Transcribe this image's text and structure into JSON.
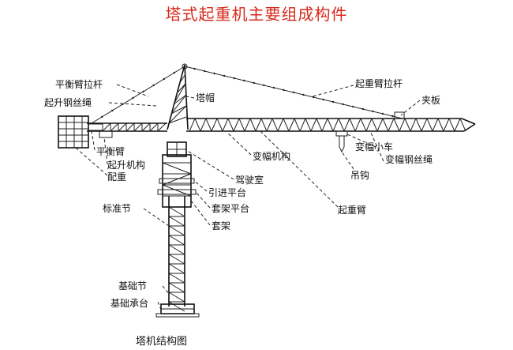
{
  "title": "塔式起重机主要组成构件",
  "caption": "塔机结构图",
  "labels": {
    "counter_jib_tie": "平衡臂拉杆",
    "hoist_rope": "起升钢丝绳",
    "tower_head": "塔帽",
    "jib_tie": "起重臂拉杆",
    "clamp_plate": "夹板",
    "counter_jib": "平衡臂",
    "hoist_mechanism": "起升机构",
    "counterweight": "配重",
    "luffing_mechanism": "变幅机构",
    "trolley": "变幅小车",
    "luffing_rope": "变幅钢丝绳",
    "hook": "吊钩",
    "cab": "驾驶室",
    "lead_platform": "引进平台",
    "climbing_platform": "套架平台",
    "standard_section": "标准节",
    "climbing_frame": "套架",
    "jib": "起重臂",
    "base_section": "基础节",
    "foundation": "基础承台"
  }
}
